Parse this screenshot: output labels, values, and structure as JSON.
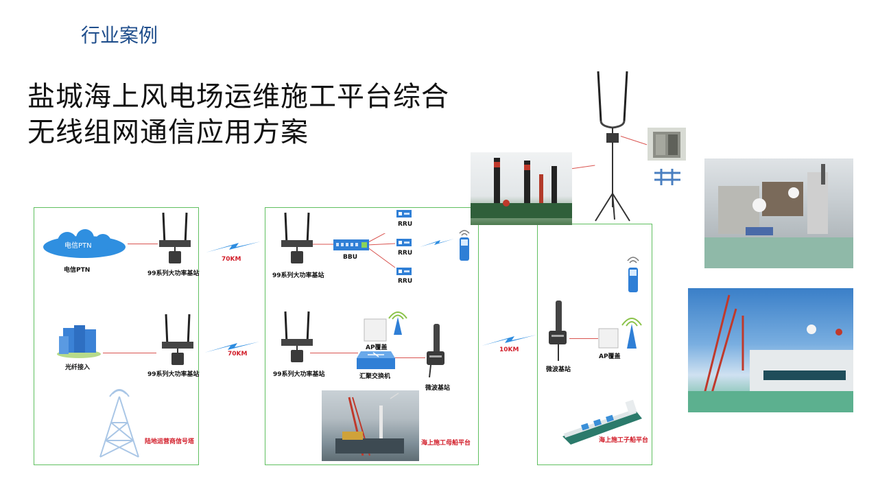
{
  "section_title": "行业案例",
  "main_title": [
    "盐城海上风电场运维施工平台综合",
    "无线组网通信应用方案"
  ],
  "left_zone": {
    "cloud_inner": "电信PTN",
    "cloud_label": "电信PTN",
    "bs_top": "99系列大功率基站",
    "fiber": "光纤接入",
    "bs_bottom": "99系列大功率基站",
    "tower": "陆地运营商信号塔"
  },
  "links": {
    "l1": "70KM",
    "l2": "70KM",
    "l3": "10KM"
  },
  "mid_zone": {
    "bs_top": "99系列大功率基站",
    "bbu": "BBU",
    "rru": [
      "RRU",
      "RRU",
      "RRU"
    ],
    "bs_bottom": "99系列大功率基站",
    "ap": "AP覆盖",
    "switch": "汇聚交换机",
    "micro": "微波基站",
    "platform": "海上施工母船平台"
  },
  "right_zone": {
    "micro": "微波基站",
    "ap": "AP覆盖",
    "platform": "海上施工子船平台"
  }
}
